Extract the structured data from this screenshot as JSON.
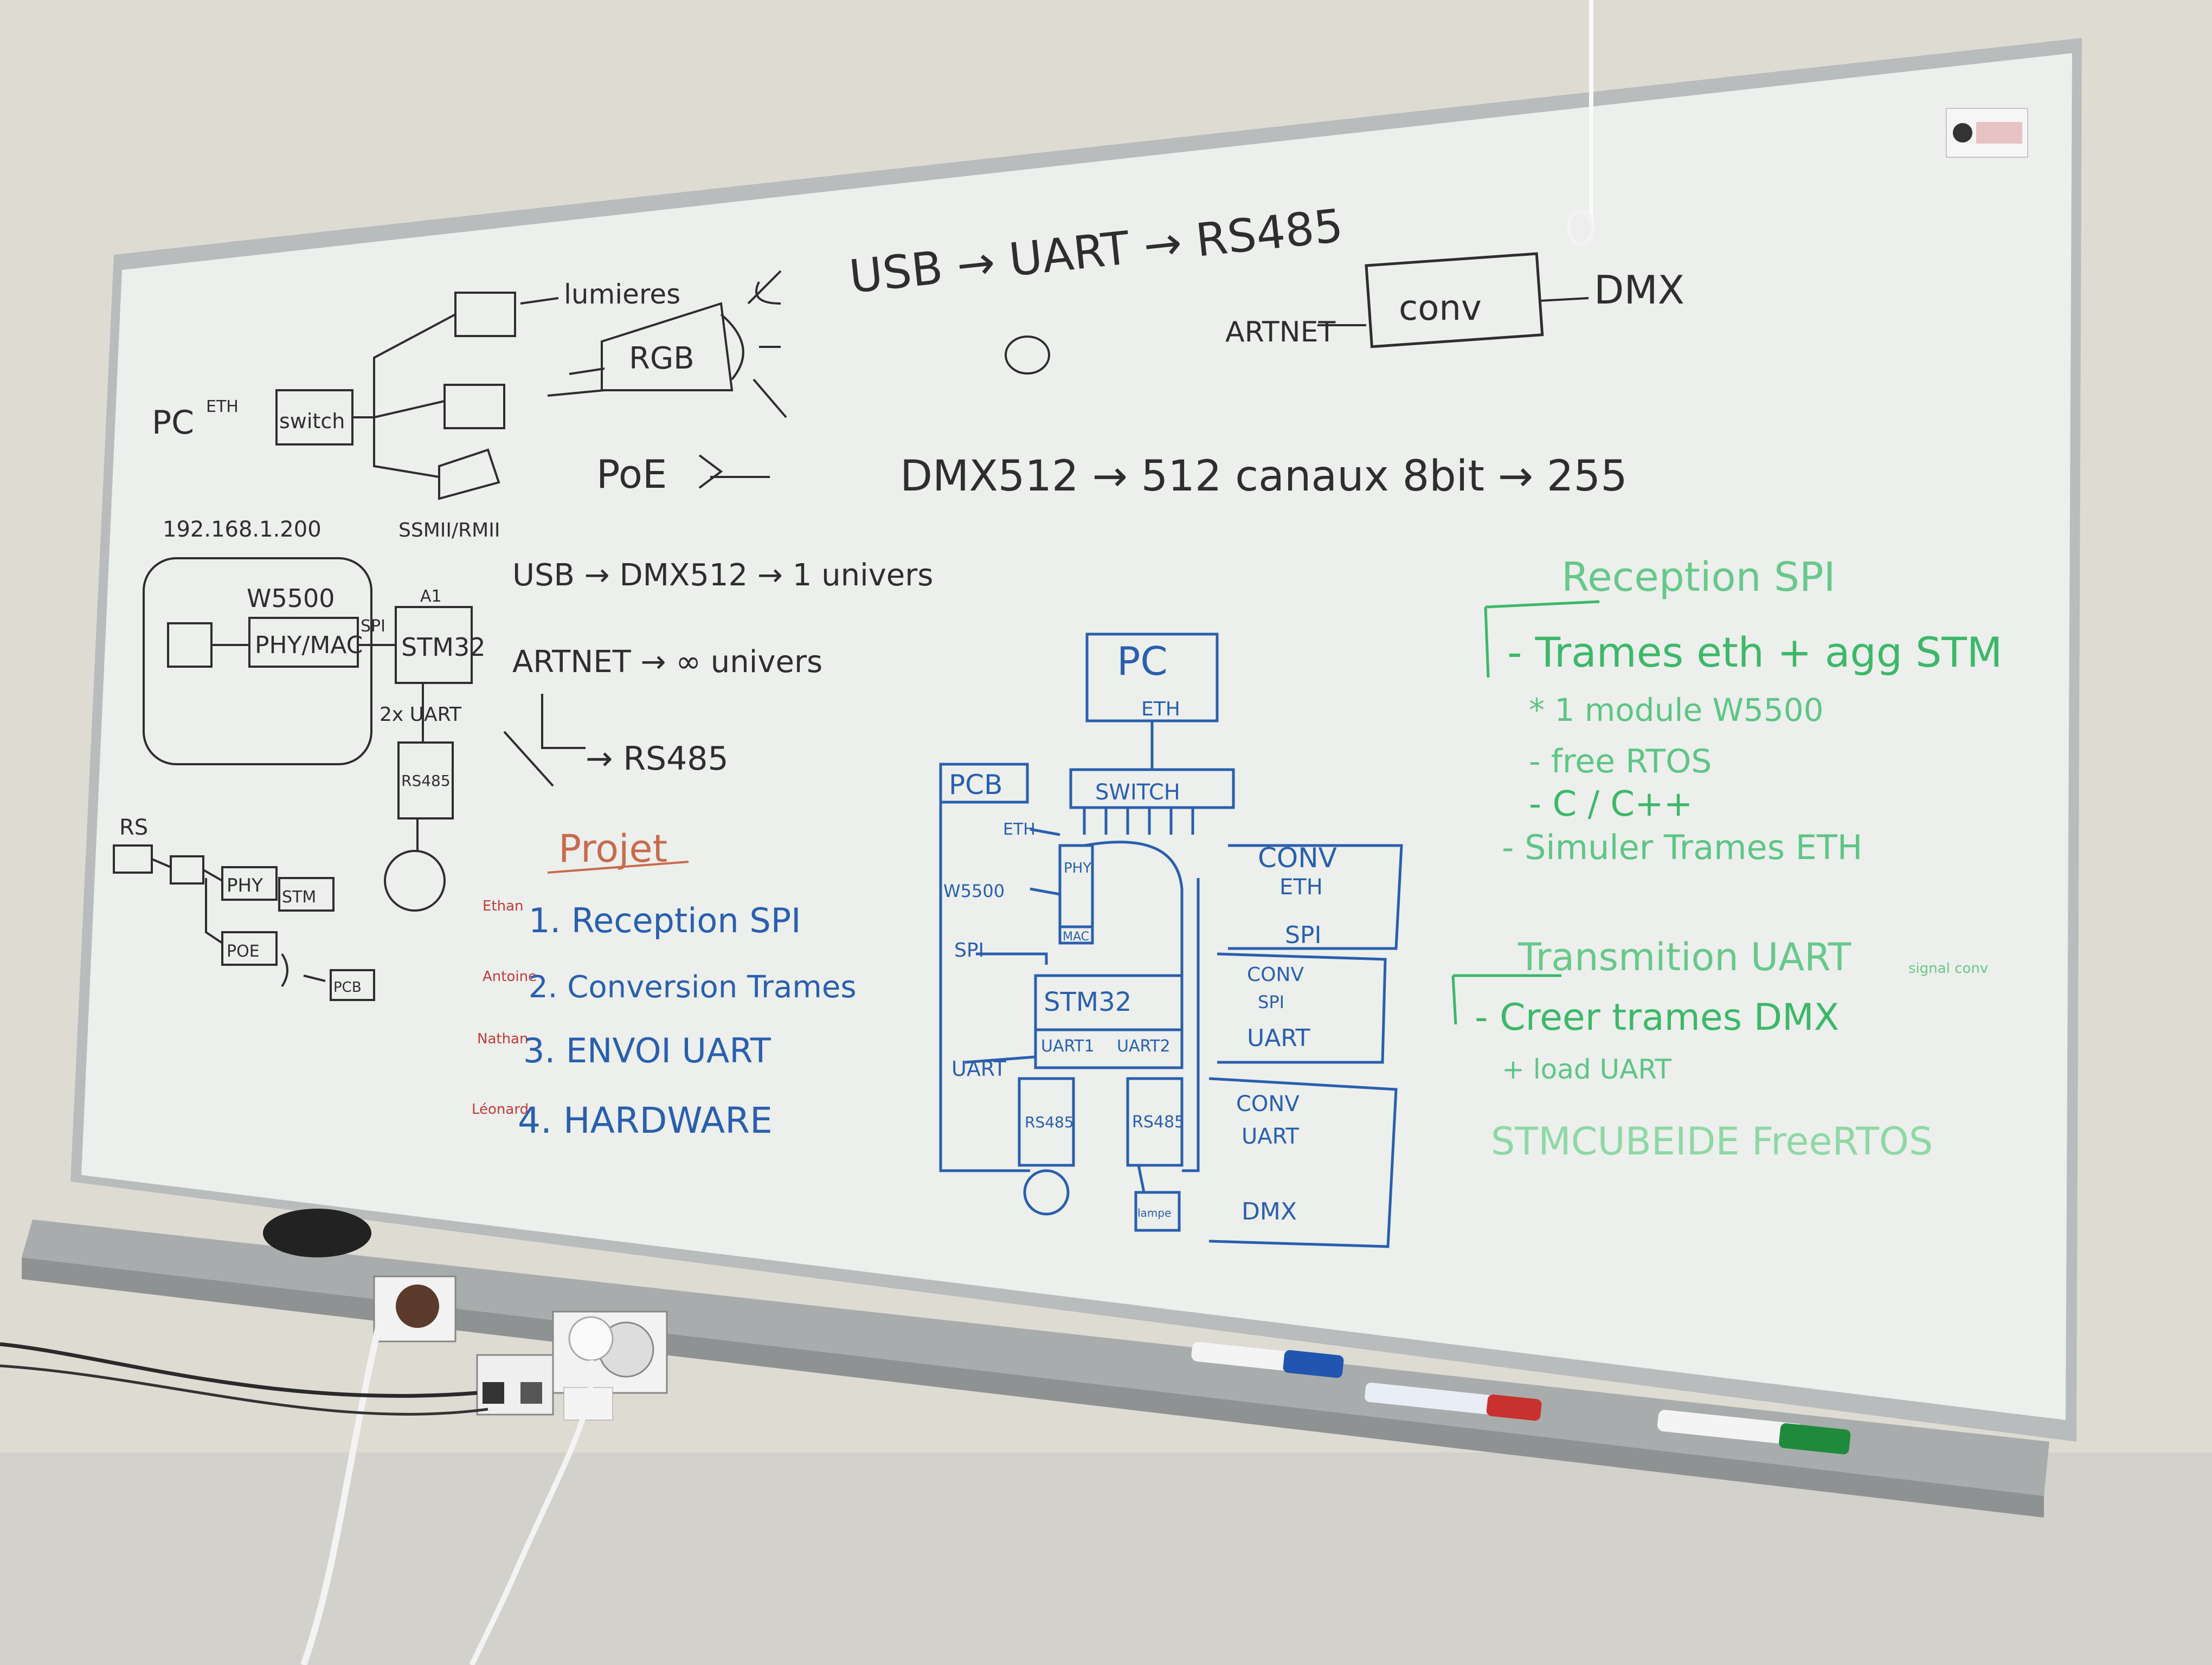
{
  "colors": {
    "wall": "#dedbd3",
    "board": "#ecefec",
    "frame": "#b9bcbc",
    "ink_black": "#2e2e2e",
    "ink_blue": "#2a5fae",
    "ink_green": "#3db86a",
    "ink_red": "#c23a3a"
  },
  "top_left": {
    "pc": "PC",
    "eth": "ETH",
    "switch": "switch",
    "lumiere": "lumieres",
    "rgb": "RGB",
    "poe": "PoE",
    "ip": "192.168.1.200",
    "smii": "SSMII/RMII",
    "w5500": "W5500",
    "phy_mac": "PHY/MAC",
    "spi": "SPI",
    "stm32": "STM32",
    "ai": "A1",
    "uart_x2": "2x UART",
    "rs485_box": "RS485",
    "rs": "RS",
    "phy": "PHY",
    "stm": "STM",
    "poe_small": "POE",
    "pcb": "PCB"
  },
  "top_center": {
    "usb_line": "USB → UART → RS485",
    "artnet": "ARTNET",
    "conv": "conv",
    "dmx": "DMX",
    "dmx512_line": "DMX512 → 512 canaux 8bit → 255",
    "usb_universe": "USB → DMX512 → 1 univers",
    "artnet_universe": "ARTNET → ∞ univers",
    "rs485": "→ RS485"
  },
  "projet": {
    "title": "Projet",
    "items": [
      {
        "owner": "Ethan",
        "text": "1. Reception SPI"
      },
      {
        "owner": "Antoine",
        "text": "2. Conversion Trames"
      },
      {
        "owner": "Nathan",
        "text": "3. ENVOI UART"
      },
      {
        "owner": "Léonard",
        "text": "4. HARDWARE"
      }
    ]
  },
  "blue_diagram": {
    "pc": "PC",
    "eth": "ETH",
    "switch": "SWITCH",
    "pcb": "PCB",
    "eth_arrow": "ETH",
    "w5500": "W5500",
    "phy": "PHY",
    "mac": "MAC",
    "spi": "SPI",
    "stm32": "STM32",
    "uart": "UART",
    "uart1": "UART1",
    "uart2": "UART2",
    "rs485_a": "RS485",
    "rs485_b": "RS485",
    "lamp": "lampe",
    "conv1": [
      "CONV",
      "ETH",
      "SPI"
    ],
    "conv2": [
      "CONV",
      "SPI",
      "UART"
    ],
    "conv3": [
      "CONV",
      "UART",
      "DMX"
    ]
  },
  "green_notes": {
    "title1": "Reception SPI",
    "lines1": [
      "- Trames eth + agg STM",
      "* 1 module W5500",
      "- free RTOS",
      "- C / C++",
      "- Simuler Trames ETH"
    ],
    "title2": "Transmition UART",
    "title2_small": "signal conv",
    "lines2": [
      "- Creer trames DMX",
      "+ load UART"
    ],
    "footer": "STMCUBEIDE FreeRTOS"
  }
}
